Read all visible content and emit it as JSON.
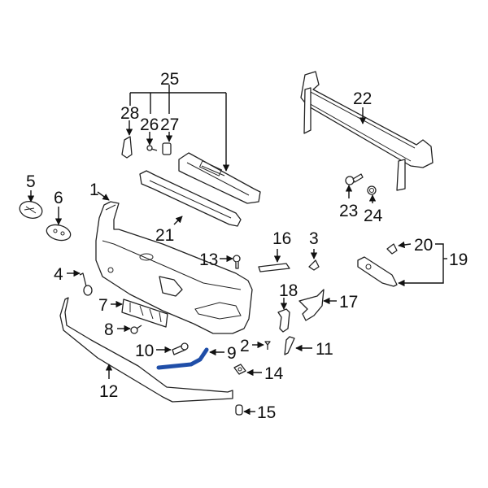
{
  "diagram": {
    "title": "Front Bumper Assembly Parts Diagram",
    "highlight_color": "#1f4ea8",
    "highlighted_part": "9",
    "callouts": [
      {
        "id": "1",
        "label": "1"
      },
      {
        "id": "2",
        "label": "2"
      },
      {
        "id": "3",
        "label": "3"
      },
      {
        "id": "4",
        "label": "4"
      },
      {
        "id": "5",
        "label": "5"
      },
      {
        "id": "6",
        "label": "6"
      },
      {
        "id": "7",
        "label": "7"
      },
      {
        "id": "8",
        "label": "8"
      },
      {
        "id": "9",
        "label": "9"
      },
      {
        "id": "10",
        "label": "10"
      },
      {
        "id": "11",
        "label": "11"
      },
      {
        "id": "12",
        "label": "12"
      },
      {
        "id": "13",
        "label": "13"
      },
      {
        "id": "14",
        "label": "14"
      },
      {
        "id": "15",
        "label": "15"
      },
      {
        "id": "16",
        "label": "16"
      },
      {
        "id": "17",
        "label": "17"
      },
      {
        "id": "18",
        "label": "18"
      },
      {
        "id": "19",
        "label": "19"
      },
      {
        "id": "20",
        "label": "20"
      },
      {
        "id": "21",
        "label": "21"
      },
      {
        "id": "22",
        "label": "22"
      },
      {
        "id": "23",
        "label": "23"
      },
      {
        "id": "24",
        "label": "24"
      },
      {
        "id": "25",
        "label": "25"
      },
      {
        "id": "26",
        "label": "26"
      },
      {
        "id": "27",
        "label": "27"
      },
      {
        "id": "28",
        "label": "28"
      }
    ]
  }
}
